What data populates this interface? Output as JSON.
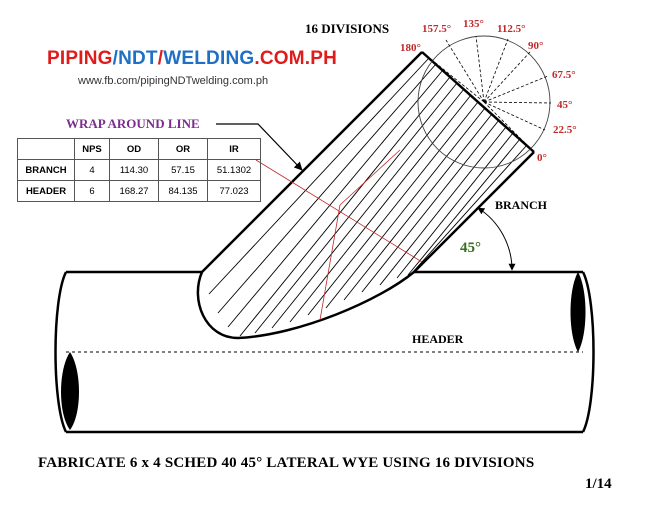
{
  "brand": {
    "part1": "PIPING",
    "sep1": "/",
    "part2": "NDT",
    "sep2": "/",
    "part3": "WELDING",
    "part4": ".COM.PH"
  },
  "url": "www.fb.com/pipingNDTwelding.com.ph",
  "divisions_title": "16 DIVISIONS",
  "angle_labels": [
    "180°",
    "157.5°",
    "135°",
    "112.5°",
    "90°",
    "67.5°",
    "45°",
    "22.5°",
    "0°"
  ],
  "wrap_label": "WRAP AROUND LINE",
  "branch_label": "BRANCH",
  "header_label": "HEADER",
  "lateral_angle": "45°",
  "table": {
    "headers": [
      "",
      "NPS",
      "OD",
      "OR",
      "IR"
    ],
    "rows": [
      [
        "BRANCH",
        "4",
        "114.30",
        "57.15",
        "51.1302"
      ],
      [
        "HEADER",
        "6",
        "168.27",
        "84.135",
        "77.023"
      ]
    ]
  },
  "caption": "FABRICATE 6 x 4 SCHED 40 45° LATERAL WYE  USING 16 DIVISIONS",
  "page": "1/14",
  "colors": {
    "angle_red": "#c0282a",
    "brand_red": "#e01b1b",
    "brand_blue": "#1f6fc5",
    "wrap_purple": "#7b2d8e",
    "angle_green": "#3a6e1e"
  }
}
